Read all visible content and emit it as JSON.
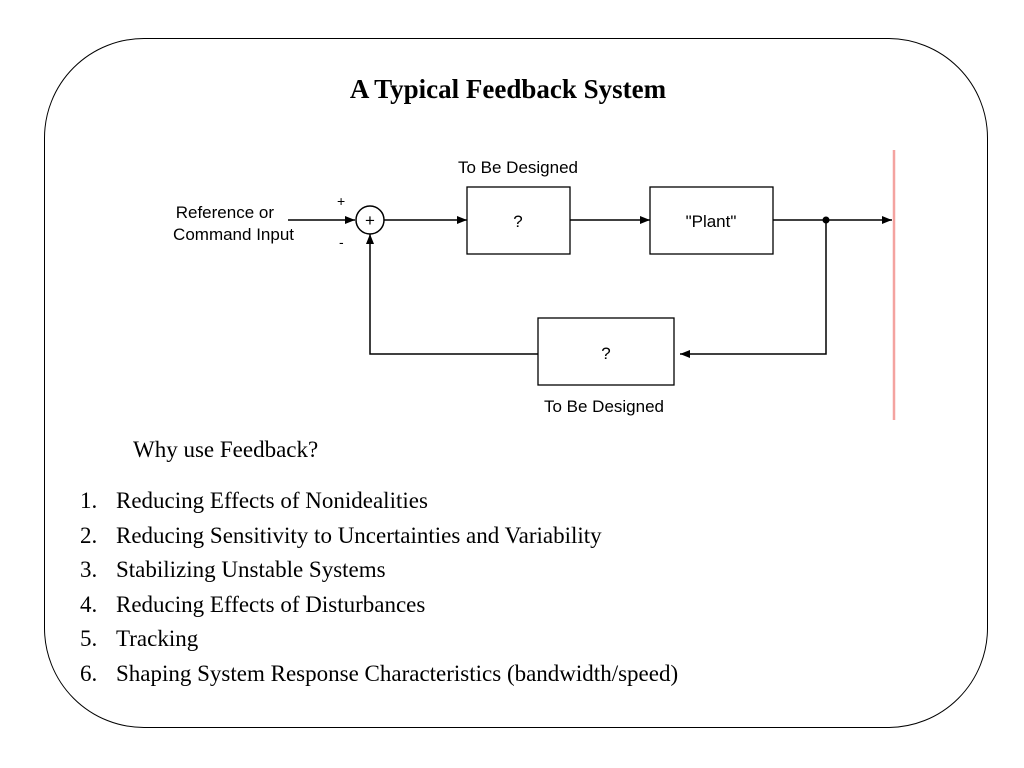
{
  "slide": {
    "title": "A Typical Feedback System",
    "question": "Why use Feedback?",
    "reasons": [
      {
        "number": "1.",
        "text": "Reducing Effects of Nonidealities"
      },
      {
        "number": "2.",
        "text": "Reducing Sensitivity to Uncertainties and Variability"
      },
      {
        "number": "3.",
        "text": "Stabilizing Unstable Systems"
      },
      {
        "number": "4.",
        "text": "Reducing Effects of Disturbances"
      },
      {
        "number": "5.",
        "text": "Tracking"
      },
      {
        "number": "6.",
        "text": "Shaping System Response Characteristics (bandwidth/speed)"
      }
    ]
  },
  "diagram": {
    "input_label_line1": "Reference or",
    "input_label_line2": "Command Input",
    "plus_sign": "+",
    "minus_sign": "-",
    "summing_symbol": "+",
    "controller_caption": "To Be Designed",
    "controller_label": "?",
    "plant_label": "\"Plant\"",
    "feedback_label": "?",
    "feedback_caption": "To Be Designed"
  },
  "colors": {
    "accent_line": "#f4a3a0"
  }
}
